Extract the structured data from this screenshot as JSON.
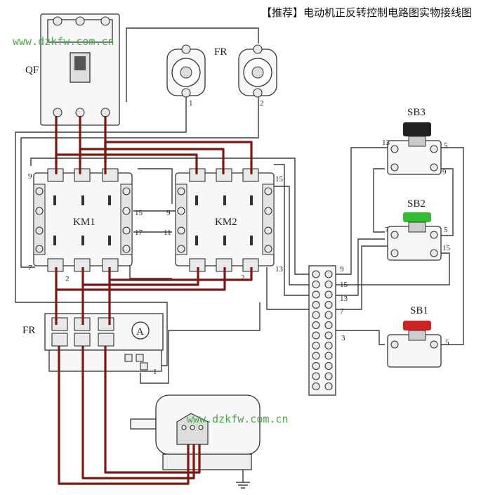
{
  "header": {
    "title": "【推荐】电动机正反转控制电路图实物接线图"
  },
  "watermark": {
    "text": "www.dzkfw.com.cn"
  },
  "components": {
    "qf": "QF",
    "fr_top": "FR",
    "fr_bottom": "FR",
    "km1": "KM1",
    "km2": "KM2",
    "sb1": "SB1",
    "sb2": "SB2",
    "sb3": "SB3",
    "ammeter": "A"
  },
  "terminals": {
    "fr_1": "1",
    "fr_2": "2",
    "km1_9": "9",
    "km1_15": "15",
    "km1_17": "17",
    "km1_7": "7",
    "km1_2": "2",
    "km2_9": "9",
    "km2_11": "11",
    "km2_15": "15",
    "km2_13": "13",
    "km2_2": "2",
    "sb3_13": "13",
    "sb3_5": "5",
    "sb3_9": "9",
    "sb2_7": "7",
    "sb2_5": "5",
    "sb2_15": "15",
    "sb1_5": "5",
    "tb_9": "9",
    "tb_15": "15",
    "tb_13": "13",
    "tb_7": "7",
    "tb_3": "3",
    "frb_1": "1"
  },
  "colors": {
    "power_wire": "#7a1a14",
    "control_wire": "#3a3a3a",
    "sb1_cap": "#cc2222",
    "sb2_cap": "#33bb33",
    "sb3_cap": "#222222",
    "watermark": "#4aa84a"
  }
}
